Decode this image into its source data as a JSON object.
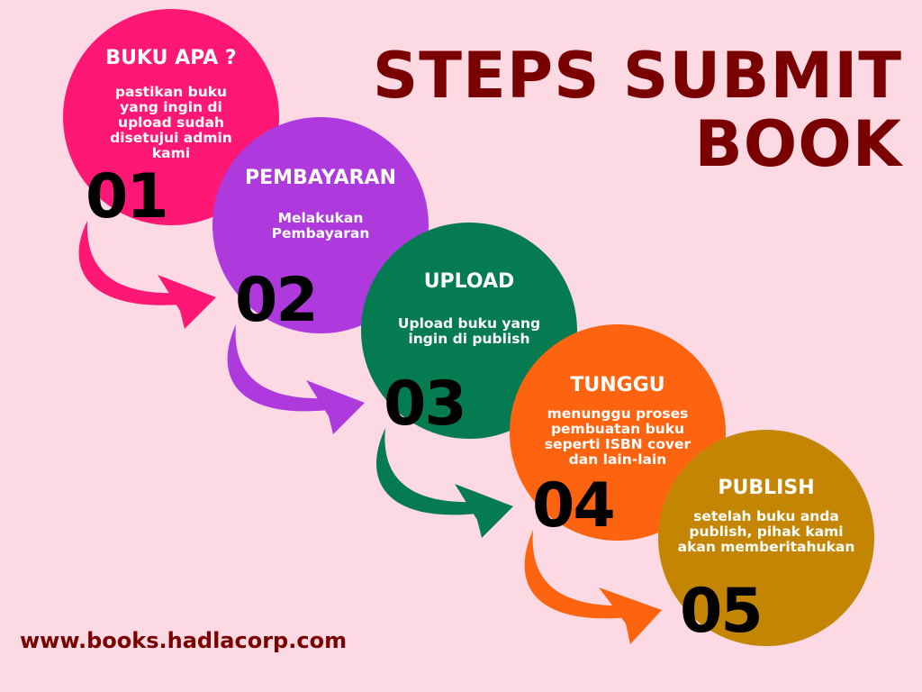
{
  "headline": {
    "line1": "STEPS SUBMIT",
    "line2": "BOOK"
  },
  "website": "www.books.hadlacorp.com",
  "steps": [
    {
      "number": "01",
      "title": "BUKU APA ?",
      "description": "pastikan buku yang ingin di upload sudah disetujui admin kami",
      "color": "#fe1774"
    },
    {
      "number": "02",
      "title": "PEMBAYARAN",
      "description": "Melakukan Pembayaran",
      "color": "#ae3ade"
    },
    {
      "number": "03",
      "title": "UPLOAD",
      "description": "Upload buku yang ingin di publish",
      "color": "#057b52"
    },
    {
      "number": "04",
      "title": "TUNGGU",
      "description": "menunggu proses pembuatan buku seperti ISBN cover dan lain-lain",
      "color": "#fe640f"
    },
    {
      "number": "05",
      "title": "PUBLISH",
      "description": "setelah buku anda publish, pihak kami akan memberitahukan",
      "color": "#c48602"
    }
  ],
  "colors": {
    "background": "#fcd9e3",
    "headline": "#7a0000"
  }
}
